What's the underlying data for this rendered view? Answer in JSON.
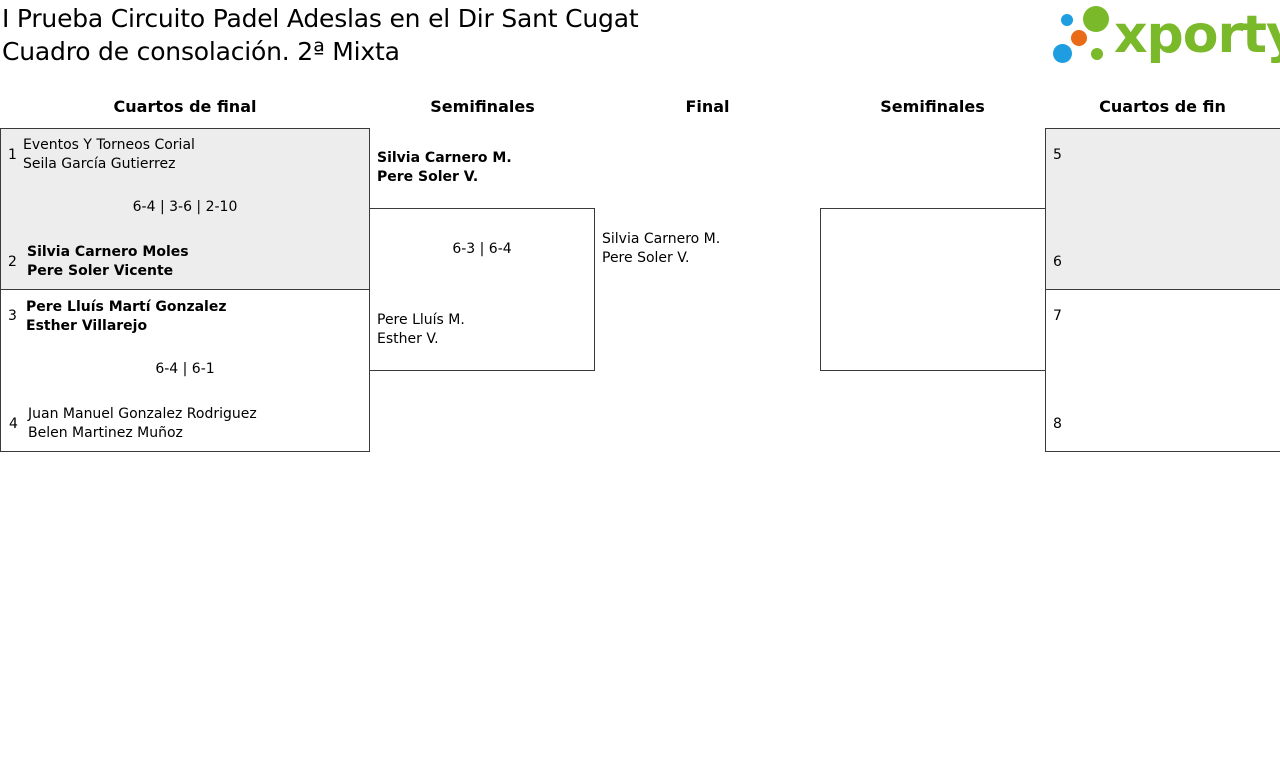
{
  "header": {
    "title_line1": "I Prueba Circuito Padel Adeslas en el Dir Sant Cugat",
    "title_line2": "Cuadro de consolación. 2ª Mixta"
  },
  "logo": {
    "text": "xporty",
    "colors": {
      "green": "#7ab929",
      "orange": "#ea6b17",
      "blue": "#1e9ee0"
    }
  },
  "columns": {
    "left_quarter": "Cuartos de final",
    "left_semi": "Semifinales",
    "final": "Final",
    "right_semi": "Semifinales",
    "right_quarter": "Cuartos de fin"
  },
  "left_quarters": {
    "match1": {
      "seed_a": "1",
      "team_a": [
        "Eventos Y Torneos Corial",
        "Seila García Gutierrez"
      ],
      "score": "6-4 | 3-6 | 2-10",
      "seed_b": "2",
      "team_b": [
        "Silvia Carnero Moles",
        "Pere Soler Vicente"
      ]
    },
    "match2": {
      "seed_a": "3",
      "team_a": [
        "Pere Lluís Martí Gonzalez",
        "Esther Villarejo"
      ],
      "score": "6-4 | 6-1",
      "seed_b": "4",
      "team_b": [
        "Juan Manuel Gonzalez Rodriguez",
        "Belen Martinez Muñoz"
      ]
    }
  },
  "left_semi": {
    "team_a": [
      "Silvia Carnero M.",
      "Pere Soler V."
    ],
    "score": "6-3 | 6-4",
    "team_b": [
      "Pere Lluís M.",
      "Esther V."
    ]
  },
  "final": {
    "team": [
      "Silvia Carnero M.",
      "Pere Soler V."
    ]
  },
  "right_quarters": {
    "seeds": [
      "5",
      "6",
      "7",
      "8"
    ]
  }
}
